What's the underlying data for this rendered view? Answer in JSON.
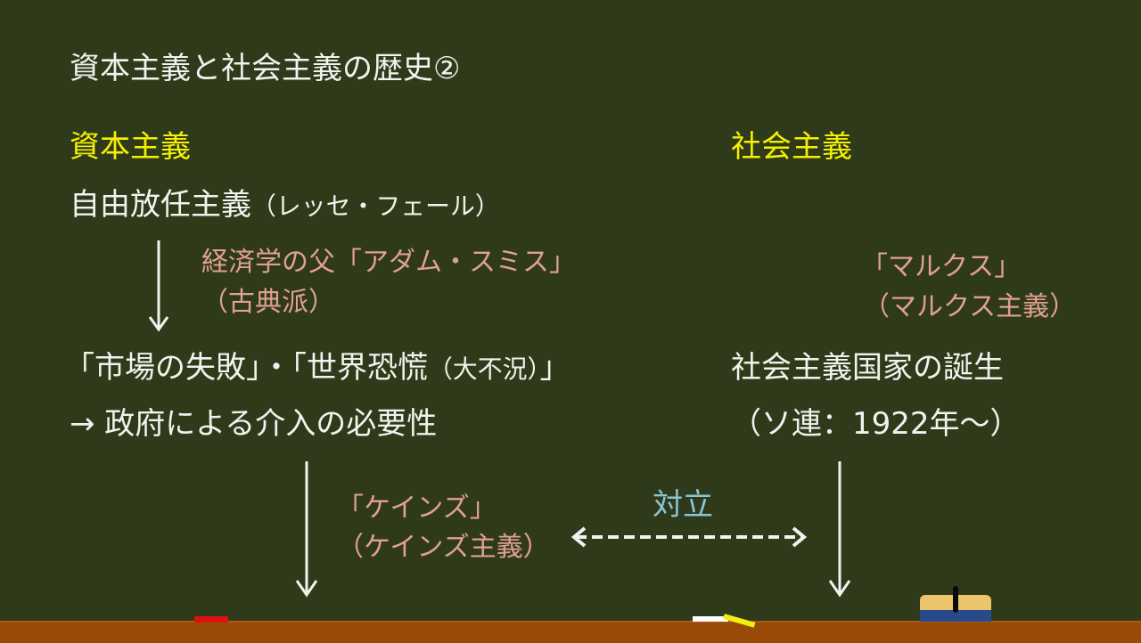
{
  "slide": {
    "title": "資本主義と社会主義の歴史②",
    "colors": {
      "board": "#2f3a1a",
      "ledge": "#9a4a08",
      "heading_yellow": "#f4f000",
      "text_white": "#f2f2ee",
      "note_pink": "#e0a090",
      "conflict_cyan": "#88c6d6"
    }
  },
  "capitalism": {
    "heading": "資本主義",
    "laissez_main": "自由放任主義",
    "laissez_sub": "（レッセ・フェール）",
    "smith_line1": "経済学の父「アダム・スミス」",
    "smith_line2": "（古典派）",
    "failure_a": "「市場の失敗」・「世界恐慌",
    "failure_sub": "（大不況）",
    "failure_b": "」",
    "govt_line": "→ 政府による介入の必要性",
    "keynes_line1": "「ケインズ」",
    "keynes_line2": "（ケインズ主義）"
  },
  "socialism": {
    "heading": "社会主義",
    "marx_line1": "「マルクス」",
    "marx_line2": "（マルクス主義）",
    "birth_line": "社会主義国家の誕生",
    "ussr_line": "（ソ連：1922年～）"
  },
  "relation": {
    "conflict_label": "対立"
  }
}
